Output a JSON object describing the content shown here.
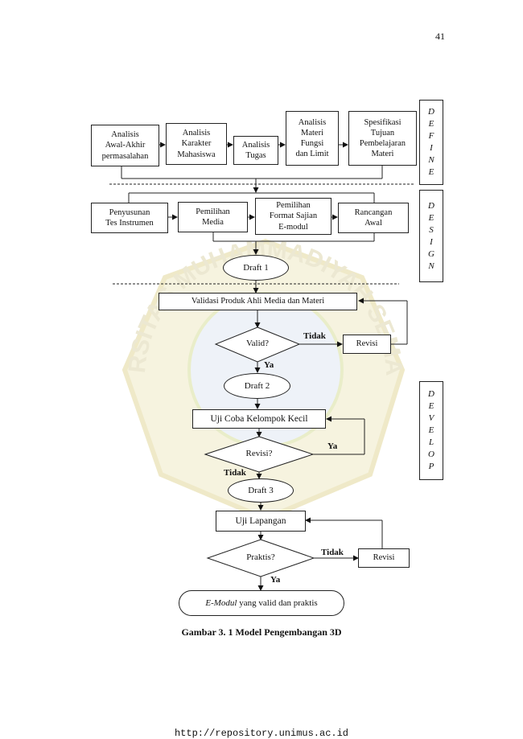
{
  "page_number": "41",
  "footer_url": "http://repository.unimus.ac.id",
  "watermark_text": "UNIVERSITAS MUHAMMADIYAH SEMARANG",
  "define": {
    "boxes": [
      "Analisis\nAwal-Akhir\npermasalahan",
      "Analisis\nKarakter\nMahasiswa",
      "Analisis\nTugas",
      "Analisis\nMateri\nFungsi\ndan Limit",
      "Spesifikasi\nTujuan\nPembelajaran\nMateri"
    ],
    "label": [
      "D",
      "E",
      "F",
      "I",
      "N",
      "E"
    ]
  },
  "design": {
    "boxes": [
      "Penyusunan\nTes Instrumen",
      "Pemilihan\nMedia",
      "Pemilihan\nFormat Sajian\nE-modul",
      "Rancangan\nAwal"
    ],
    "draft1": "Draft 1",
    "label": [
      "D",
      "E",
      "S",
      "I",
      "G",
      "N"
    ]
  },
  "develop": {
    "validasi": "Validasi Produk Ahli Media dan Materi",
    "valid_q": "Valid?",
    "tidak1": "Tidak",
    "revisi1": "Revisi",
    "ya1": "Ya",
    "draft2": "Draft 2",
    "uji_coba": "Uji Coba Kelompok Kecil",
    "revisi_q": "Revisi?",
    "ya2": "Ya",
    "tidak2": "Tidak",
    "draft3": "Draft 3",
    "uji_lapangan": "Uji Lapangan",
    "praktis_q": "Praktis?",
    "tidak3": "Tidak",
    "revisi2": "Revisi",
    "ya3": "Ya",
    "final_emphasis": "E-Modul",
    "final_rest": " yang valid dan praktis",
    "label": [
      "D",
      "E",
      "V",
      "E",
      "L",
      "O",
      "P"
    ]
  },
  "caption": "Gambar 3. 1 Model Pengembangan 3D"
}
